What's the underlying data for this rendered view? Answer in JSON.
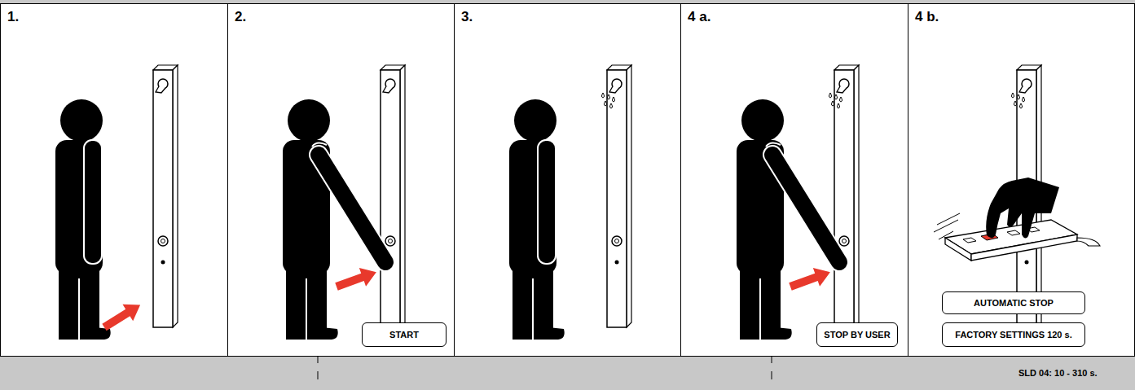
{
  "diagram": {
    "nodes": [
      {
        "text": [
          "1."
        ]
      },
      {
        "text": [
          "2."
        ]
      },
      {
        "text": [
          "START"
        ],
        "in": 1
      },
      {
        "text": [
          "3."
        ]
      },
      {
        "text": [
          "4 a."
        ]
      },
      {
        "text": [
          "STOP BY USER"
        ],
        "in": 4
      },
      {
        "text": [
          "4 b."
        ]
      },
      {
        "text": [
          "AUTOMATIC STOP"
        ],
        "in": 6
      },
      {
        "text": [
          "FACTORY SETTINGS 120 s."
        ],
        "in": 6
      }
    ],
    "labels": [
      "SLD 04: 10 - 310 s."
    ]
  }
}
